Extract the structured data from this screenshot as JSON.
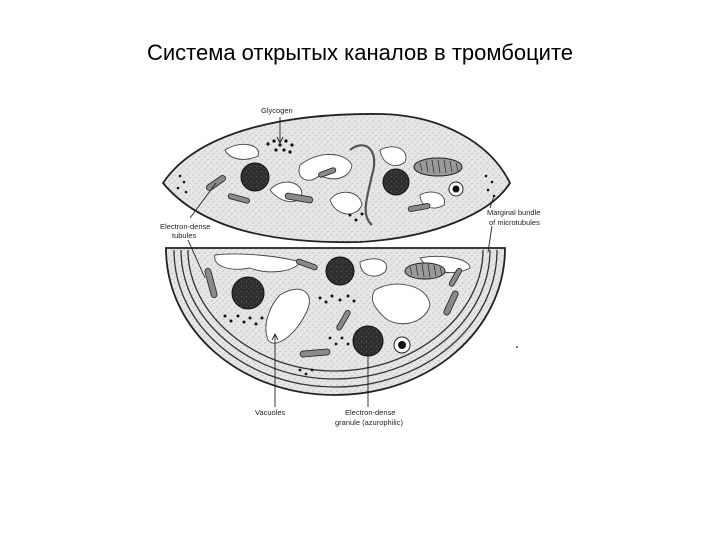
{
  "slide": {
    "title": "Система открытых  каналов в тромбоците"
  },
  "diagram": {
    "labels": {
      "glycogen": "Glycogen",
      "dense_tubules_1": "Electron-dense",
      "dense_tubules_2": "tubules",
      "marginal_1": "Marginal bundle",
      "marginal_2": "of microtubules",
      "vacuoles": "Vacuoles",
      "granule_1": "Electron-dense",
      "granule_2": "granule (azurophilic)"
    },
    "colors": {
      "cytoplasm": "#e4e4e4",
      "outline": "#222222",
      "granule": "#333333",
      "mitochondria": "#9a9a9a"
    }
  }
}
